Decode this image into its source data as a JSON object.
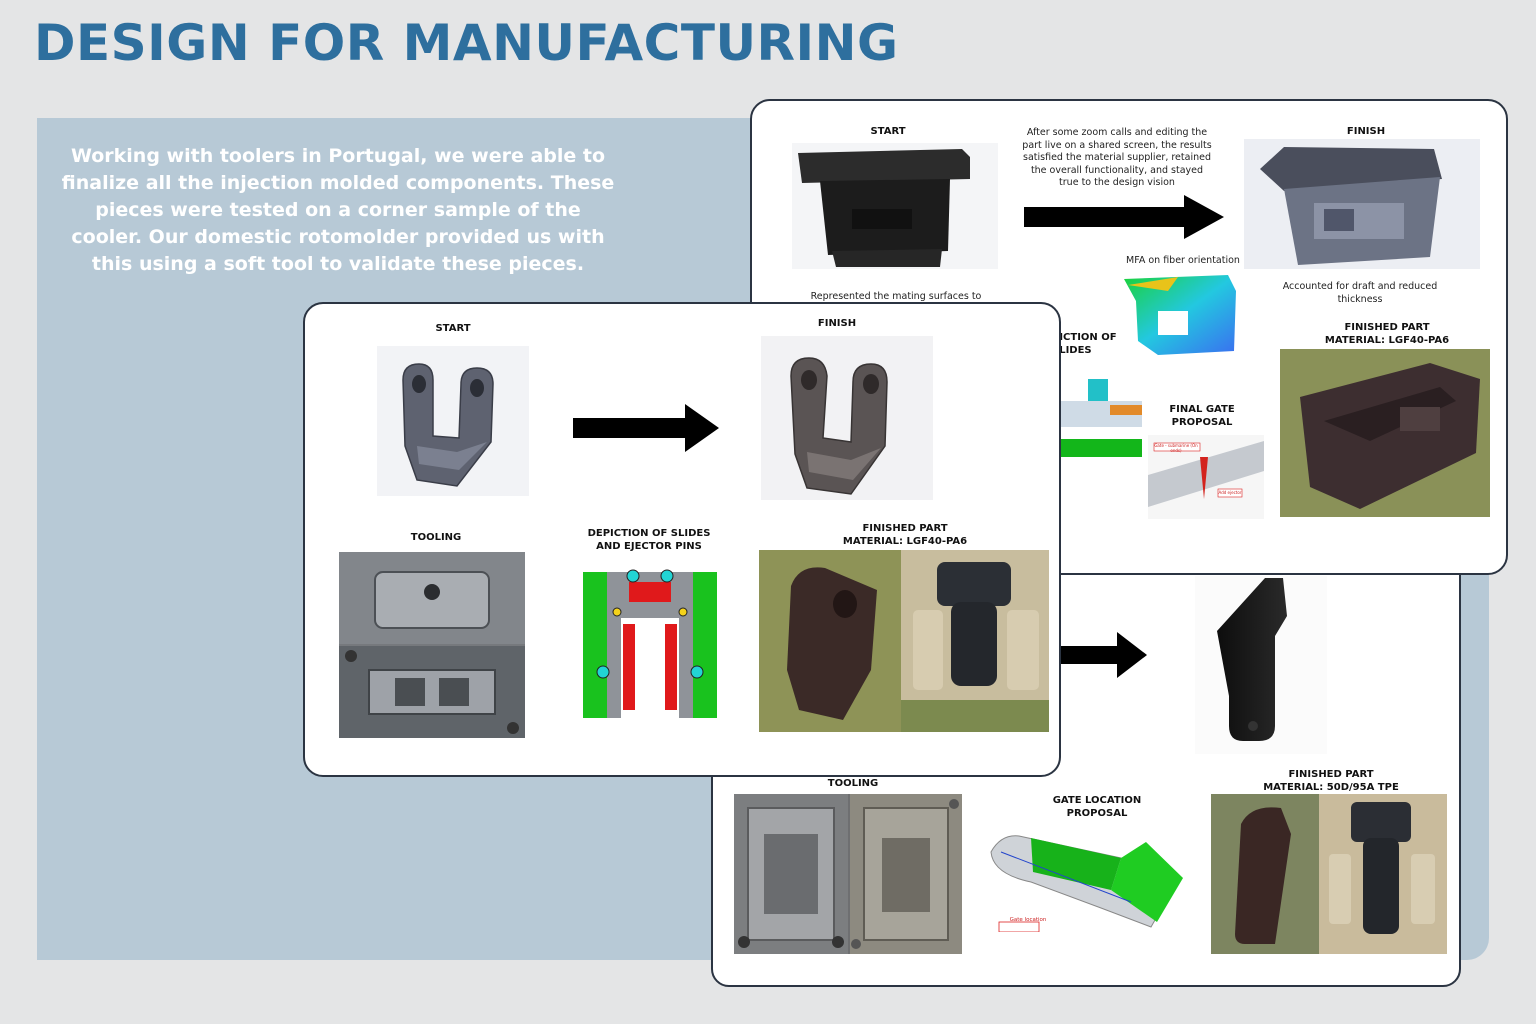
{
  "page": {
    "title": "DESIGN FOR MANUFACTURING",
    "intro": "Working with toolers in Portugal, we were able to finalize all the injection molded components. These pieces were tested on a corner sample of the cooler. Our domestic rotomolder provided us with this using a soft tool to validate these pieces.",
    "colors": {
      "title": "#2e6f9e",
      "panel": "#b7c9d6",
      "background": "#e4e5e6",
      "card_border": "#2b3442"
    }
  },
  "card_right": {
    "start_label": "START",
    "finish_label": "FINISH",
    "process_note": "After some zoom calls and editing the part live on a shared screen, the results satisfied the material supplier, retained the overall functionality, and stayed true to the design vision",
    "mfa_label": "MFA on fiber orientation",
    "draft_note": "Accounted for draft and reduced thickness",
    "mating_note": "Represented the mating surfaces to",
    "slides_label": "PICTION OF\nSLIDES",
    "gate_label": "FINAL GATE\nPROPOSAL",
    "finished_label": "FINISHED PART\nMATERIAL: LGF40-PA6",
    "gate_tag_1": "Gate - submarine (On ends)",
    "gate_tag_2": "Add ejector"
  },
  "card_front": {
    "start_label": "START",
    "finish_label": "FINISH",
    "tooling_label": "TOOLING",
    "slides_label": "DEPICTION OF SLIDES\nAND EJECTOR PINS",
    "finished_label": "FINISHED PART\nMATERIAL: LGF40-PA6"
  },
  "card_back": {
    "tooling_label": "TOOLING",
    "gate_label": "GATE LOCATION\nPROPOSAL",
    "gate_tag": "Gate location",
    "finished_label": "FINISHED PART\nMATERIAL: 50D/95A TPE"
  },
  "icons": [
    "right-arrow-icon"
  ]
}
